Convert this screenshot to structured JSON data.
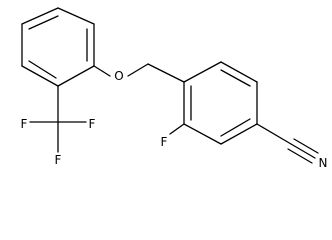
{
  "molecule": {
    "atoms": {
      "oxygen": "O",
      "fluorine_ring": "F",
      "fluorine_cf3_left": "F",
      "fluorine_cf3_right": "F",
      "fluorine_cf3_bottom": "F",
      "nitrile_nitrogen": "N"
    }
  }
}
